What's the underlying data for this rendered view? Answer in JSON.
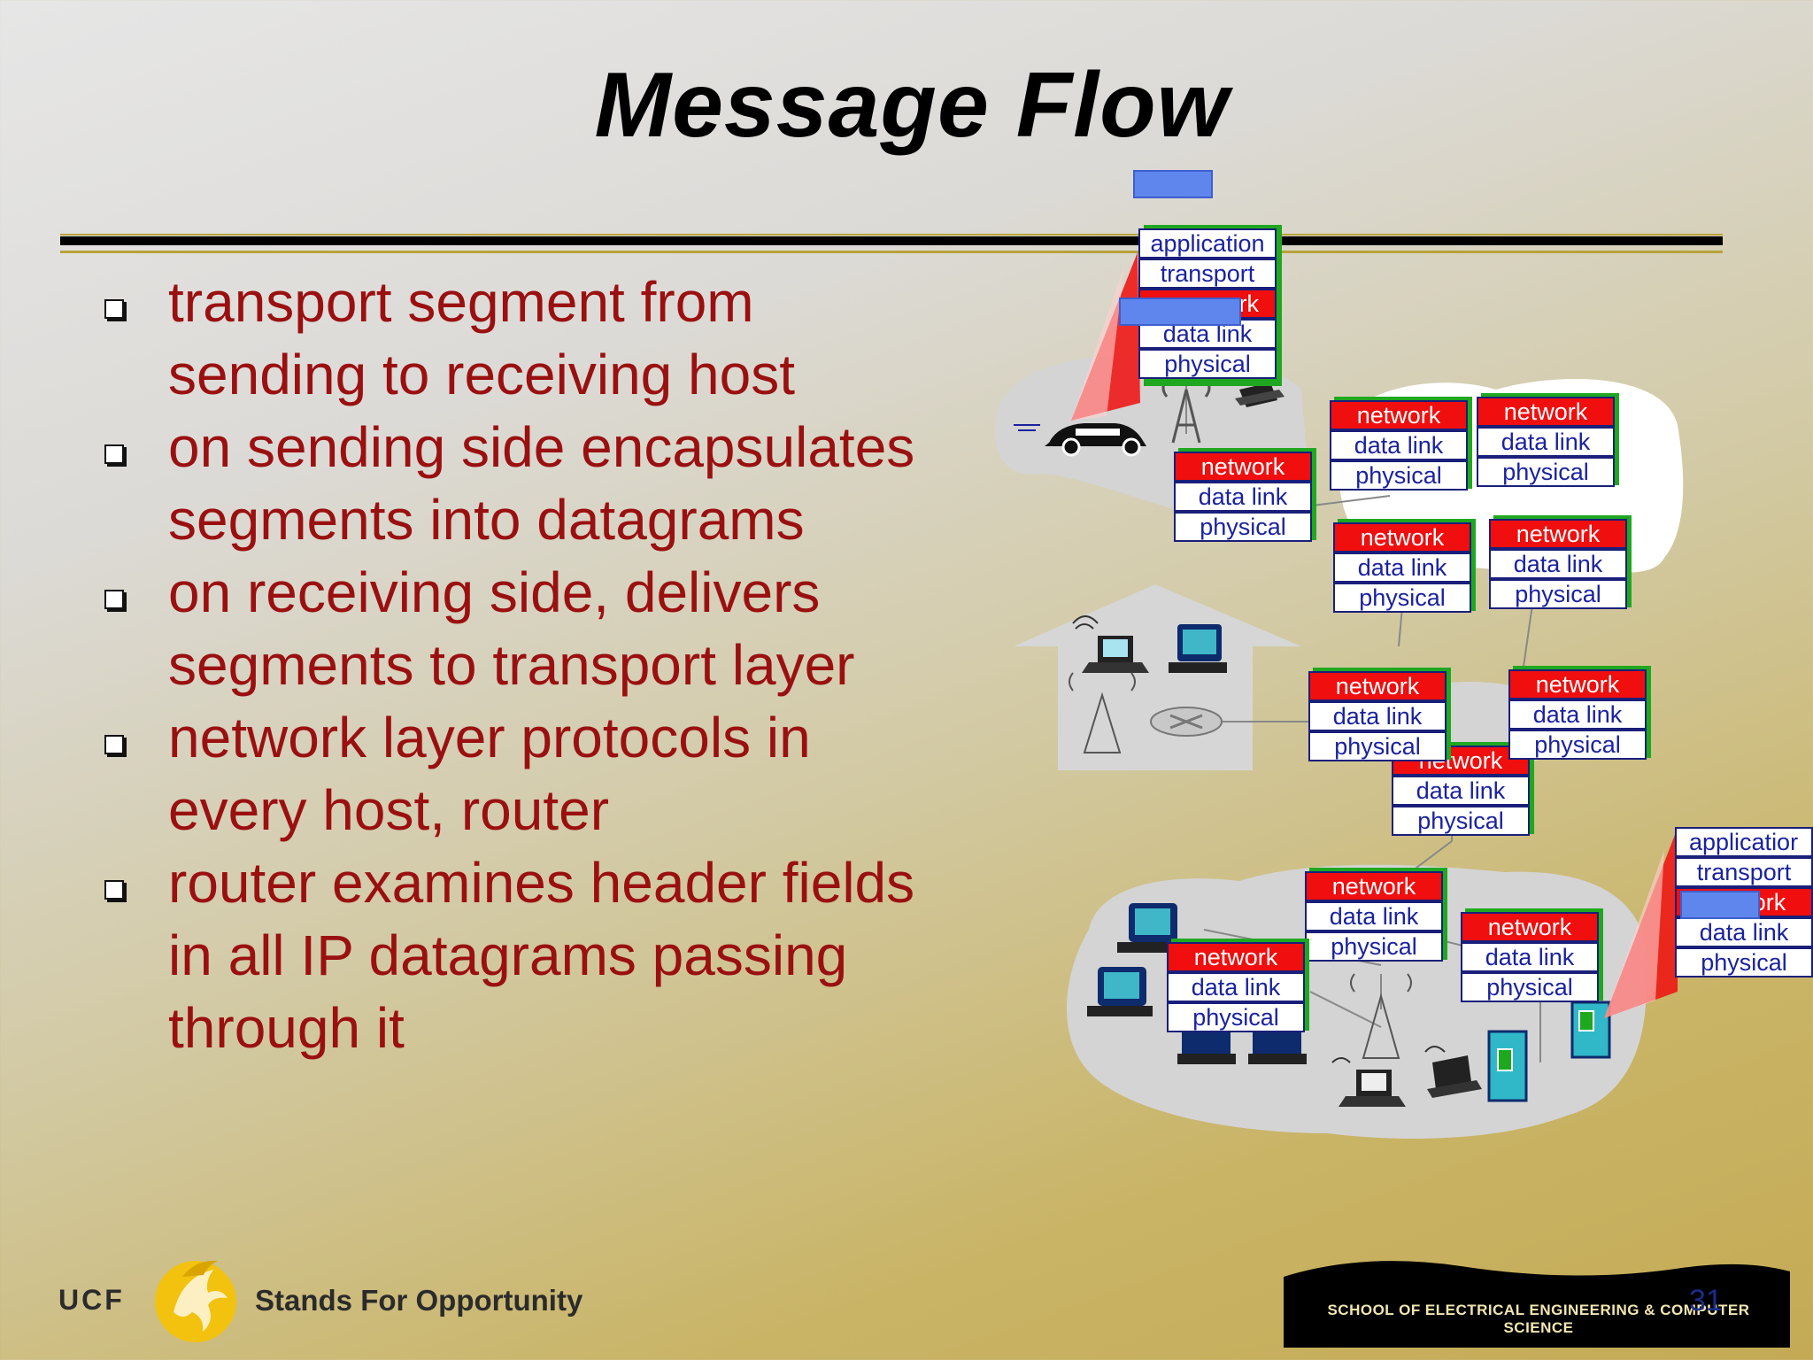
{
  "slide": {
    "title": "Message Flow",
    "bullets": [
      "transport segment from sending to receiving host",
      "on sending side encapsulates segments into datagrams",
      "on receiving side, delivers segments to transport layer",
      "network layer protocols in every host, router",
      "router examines header fields in all IP datagrams passing through it"
    ],
    "page_number": "31"
  },
  "diagram": {
    "host_stack_labels": [
      "application",
      "transport",
      "network",
      "data link",
      "physical"
    ],
    "host_stack_partial_network": "ork",
    "router_stack_labels": [
      "network",
      "data link",
      "physical"
    ],
    "receiver_stack_labels": [
      "applicatior",
      "transport",
      "network",
      "data link",
      "physical"
    ]
  },
  "footer": {
    "ucf": "UCF",
    "tagline": "Stands For Opportunity",
    "school": "SCHOOL OF ELECTRICAL ENGINEERING & COMPUTER SCIENCE"
  },
  "colors": {
    "title": "#000000",
    "bullet_text": "#9a1010",
    "network_layer": "#f00e0e",
    "layer_text": "#1a22a0",
    "accent_gold": "#c4aa55"
  }
}
